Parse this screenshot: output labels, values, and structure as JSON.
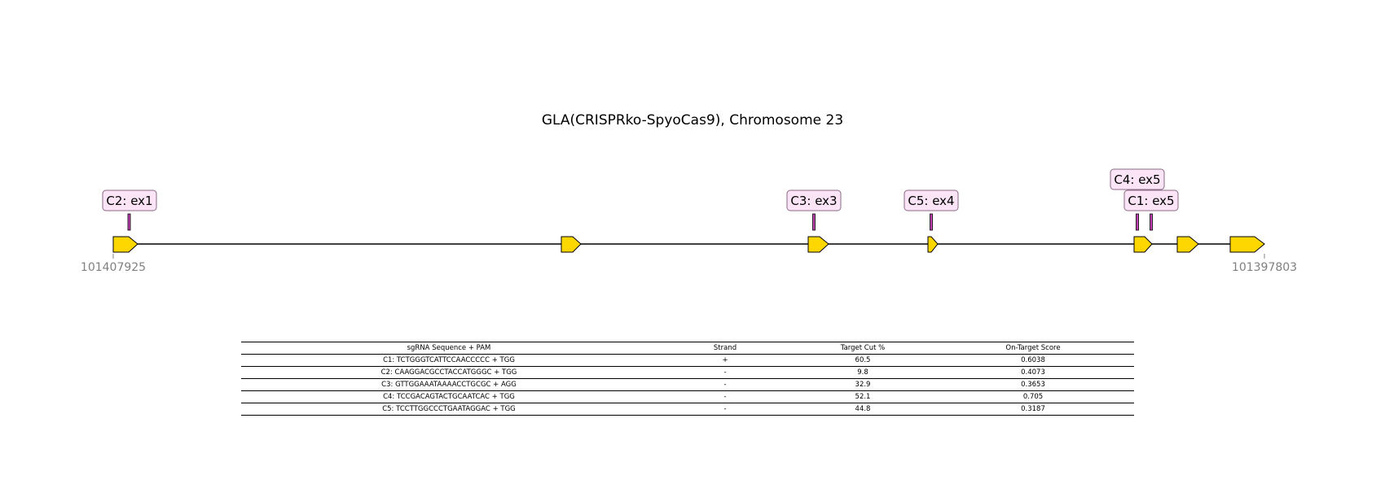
{
  "title": "GLA(CRISPRko-SpyoCas9), Chromosome 23",
  "gene_model": {
    "start_label": "101407925",
    "end_label": "101397803",
    "colors": {
      "exon_fill": "#FFD700",
      "exon_stroke": "#000000",
      "guide_fill": "#C040B0",
      "callout_fill": "#FCE4F7",
      "callout_stroke": "#8A6A84",
      "coord_text": "#808080"
    },
    "exons": [
      "ex1",
      "ex2",
      "ex3",
      "ex4",
      "ex5",
      "ex6",
      "ex7"
    ],
    "guides": [
      {
        "label": "C2: ex1"
      },
      {
        "label": "C3: ex3"
      },
      {
        "label": "C5: ex4"
      },
      {
        "label": "C4: ex5"
      },
      {
        "label": "C1: ex5"
      }
    ]
  },
  "table": {
    "headers": [
      "sgRNA Sequence + PAM",
      "Strand",
      "Target Cut %",
      "On-Target Score"
    ],
    "rows": [
      [
        "C1: TCTGGGTCATTCCAACCCCC + TGG",
        "+",
        "60.5",
        "0.6038"
      ],
      [
        "C2: CAAGGACGCCTACCATGGGC + TGG",
        "-",
        "9.8",
        "0.4073"
      ],
      [
        "C3: GTTGGAAATAAAACCTGCGC + AGG",
        "-",
        "32.9",
        "0.3653"
      ],
      [
        "C4: TCCGACAGTACTGCAATCAC + TGG",
        "-",
        "52.1",
        "0.705"
      ],
      [
        "C5: TCCTTGGCCCTGAATAGGAC + TGG",
        "-",
        "44.8",
        "0.3187"
      ]
    ]
  }
}
